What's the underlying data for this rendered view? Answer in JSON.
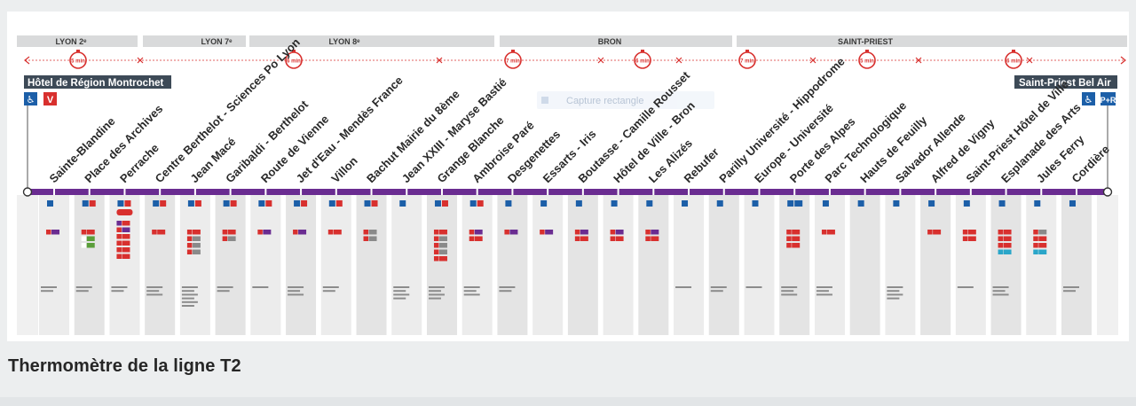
{
  "caption": "Thermomètre de la ligne T2",
  "line_color": "#6a2c91",
  "accent_red": "#d8302e",
  "accent_blue": "#1c5fa8",
  "zones": [
    "LYON 2ᵉ",
    "LYON 7ᵉ",
    "LYON 8ᵉ",
    "BRON",
    "SAINT-PRIEST"
  ],
  "walk_times": [
    "5 min",
    "6 min",
    "7 min",
    "6 min",
    "7 min",
    "5 min",
    "6 min"
  ],
  "terminus_left": {
    "name": "Hôtel de Région Montrochet",
    "icons": [
      "wheelchair-icon",
      "velov-icon"
    ]
  },
  "terminus_right": {
    "name": "Saint-Priest Bel Air",
    "icons": [
      "wheelchair-icon",
      "park-and-ride-icon"
    ]
  },
  "stations": [
    "Sainte-Blandine",
    "Place des Archives",
    "Perrache",
    "Centre Berthelot - Sciences Po Lyon",
    "Jean Macé",
    "Garibaldi - Berthelot",
    "Route de Vienne",
    "Jet d'Eau - Mendès France",
    "Villon",
    "Bachut Mairie du 8ème",
    "Jean XXIII - Maryse Bastié",
    "Grange Blanche",
    "Ambroise Paré",
    "Desgenettes",
    "Essarts - Iris",
    "Boutasse - Camille Rousset",
    "Hôtel de Ville - Bron",
    "Les Alizés",
    "Rebufer",
    "Parilly Université - Hippodrome",
    "Europe - Université",
    "Porte des Alpes",
    "Parc Technologique",
    "Hauts de Feuilly",
    "Salvador Allende",
    "Alfred de Vigny",
    "Saint-Priest Hôtel de Ville",
    "Esplanade des Arts",
    "Jules Ferry",
    "Cordière"
  ],
  "ghost_overlay": "Capture rectangle"
}
